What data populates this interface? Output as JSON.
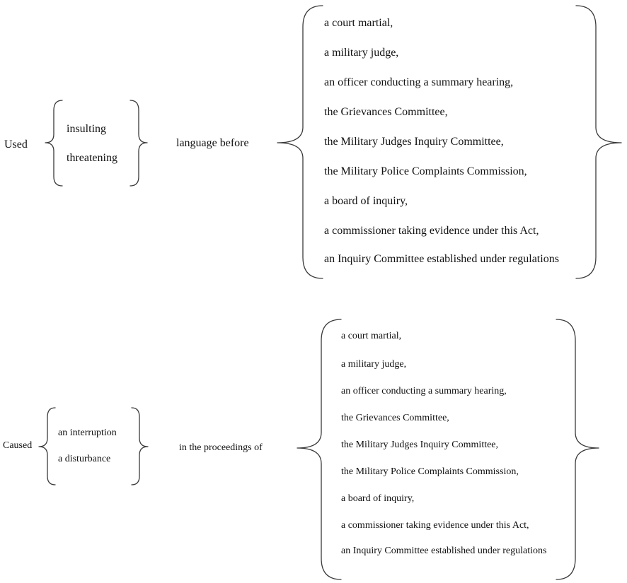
{
  "block1": {
    "subject": "Used",
    "adjectives": [
      "insulting",
      "threatening"
    ],
    "connector": "language before",
    "bodies": [
      "a court martial,",
      "a military judge,",
      "an officer conducting a summary hearing,",
      "the Grievances Committee,",
      "the Military Judges Inquiry Committee,",
      "the Military Police Complaints Commission,",
      "a board of inquiry,",
      "a commissioner taking evidence under this Act,",
      "an Inquiry Committee established under regulations"
    ]
  },
  "block2": {
    "subject": "Caused",
    "nouns": [
      "an interruption",
      "a disturbance"
    ],
    "connector": "in the proceedings of",
    "bodies": [
      "a court martial,",
      "a military judge,",
      "an officer conducting a summary hearing,",
      "the Grievances Committee,",
      "the Military Judges Inquiry Committee,",
      "the Military Police Complaints Commission,",
      "a board of inquiry,",
      "a commissioner taking evidence under this Act,",
      "an Inquiry Committee established under regulations"
    ]
  }
}
